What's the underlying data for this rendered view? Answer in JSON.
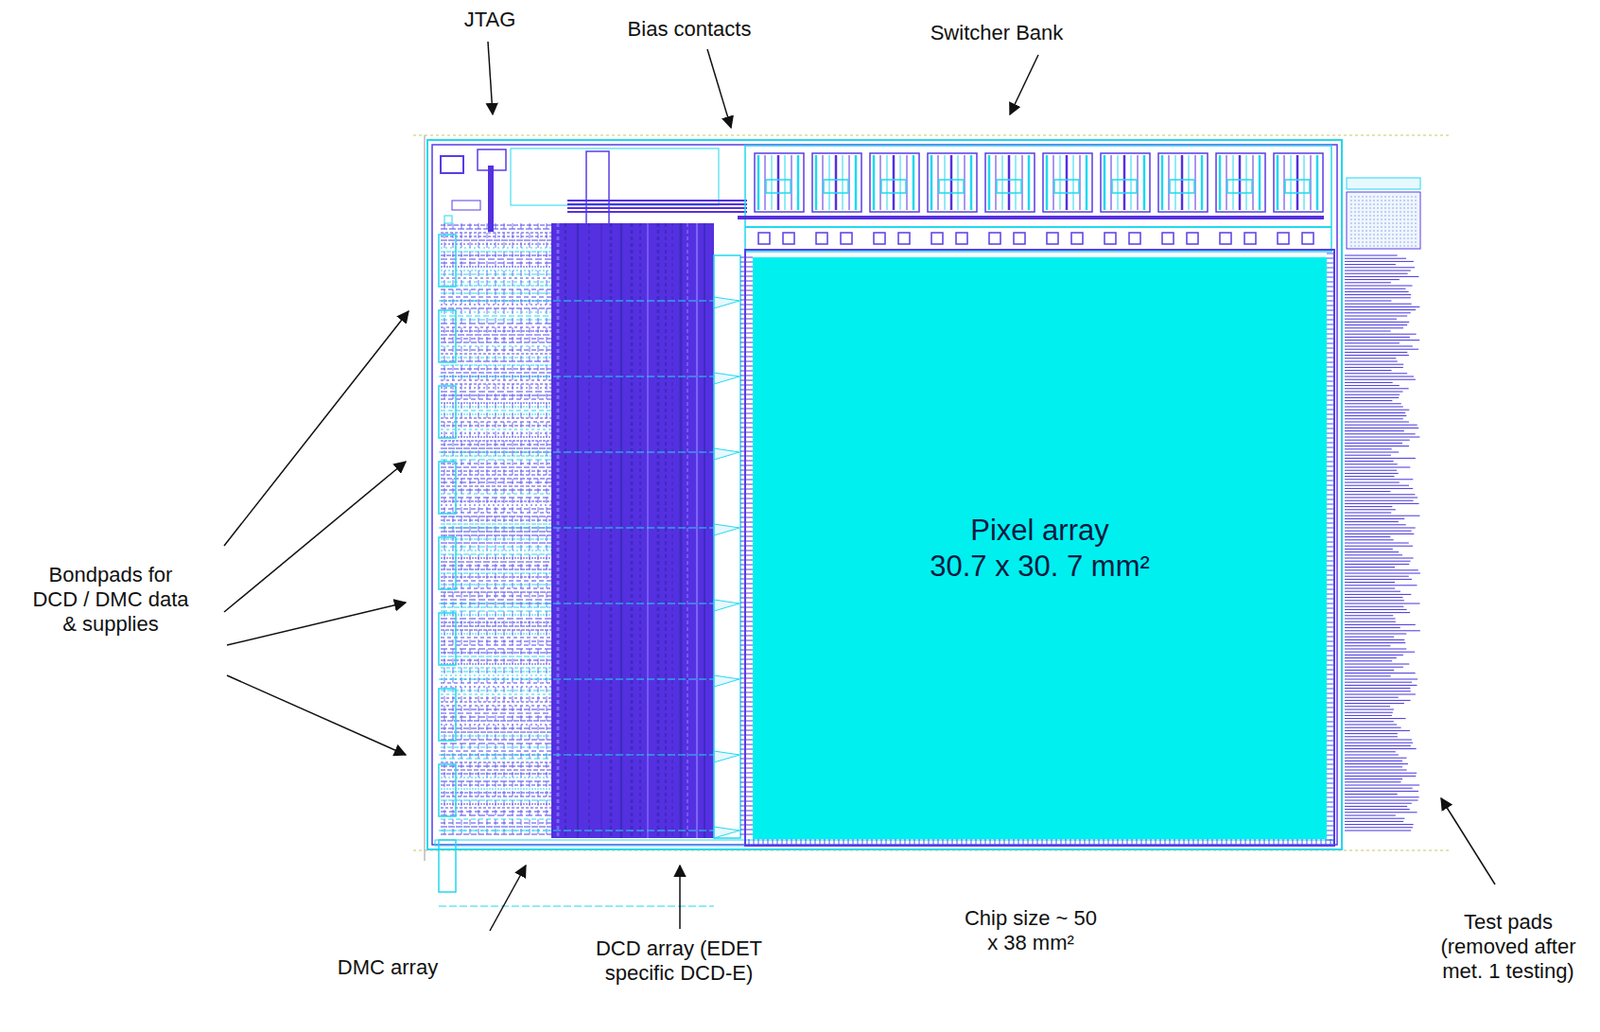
{
  "diagram": {
    "nodes": [
      {
        "text": [
          "Pixel array",
          "30.7 x 30. 7 mm²"
        ]
      }
    ],
    "labels": [
      "JTAG",
      "Bias contacts",
      "Switcher Bank",
      "Bondpads for DCD / DMC data & supplies",
      "DMC array",
      "DCD array (EDET specific DCD-E)",
      "Chip size ~ 50 x 38 mm²",
      "Test pads (removed after met. 1 testing)"
    ]
  }
}
